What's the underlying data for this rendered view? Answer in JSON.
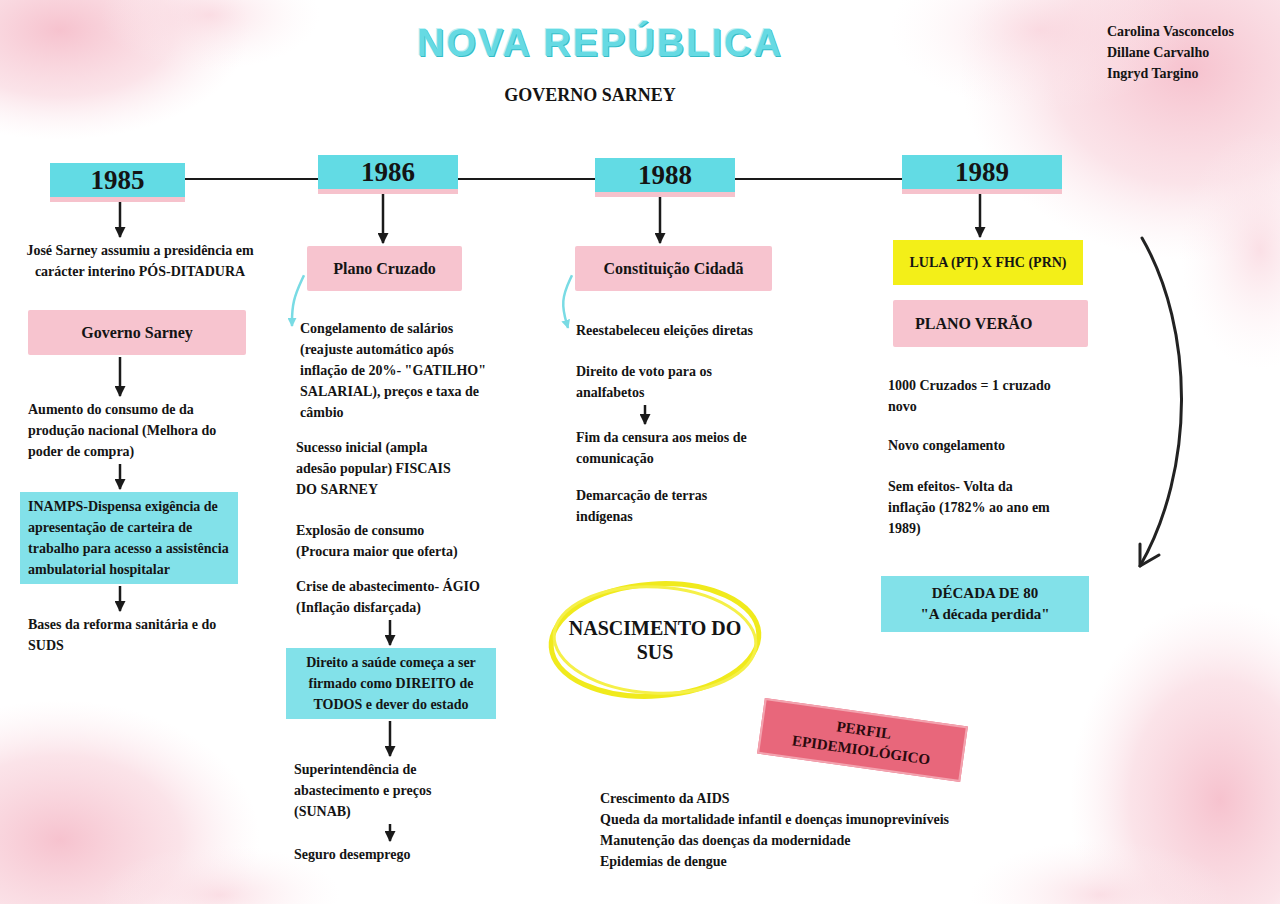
{
  "diagram": {
    "title": "NOVA REPÚBLICA",
    "nodes": [
      {
        "text": [
          "1985"
        ]
      },
      {
        "text": [
          "1986"
        ]
      },
      {
        "text": [
          "1988"
        ]
      },
      {
        "text": [
          "1989"
        ]
      },
      {
        "text": [
          "José Sarney assumiu a presidência em carácter interino PÓS-DITADURA"
        ]
      },
      {
        "text": [
          "Governo Sarney"
        ]
      },
      {
        "text": [
          "Aumento do consumo de da produção nacional (Melhora do poder de compra)"
        ]
      },
      {
        "text": [
          "INAMPS-Dispensa exigência de apresentação de carteira de trabalho para acesso a assistência ambulatorial hospitalar"
        ]
      },
      {
        "text": [
          "Bases da reforma sanitária e do SUDS"
        ]
      },
      {
        "text": [
          "Plano Cruzado"
        ]
      },
      {
        "text": [
          "Congelamento de salários (reajuste automático após inflação de 20%- \"GATILHO\" SALARIAL), preços e taxa de câmbio"
        ]
      },
      {
        "text": [
          "Crise de abastecimento- ÁGIO (Inflação disfarçada)"
        ]
      },
      {
        "text": [
          "Direito a saúde começa a ser firmado como DIREITO de TODOS e dever do estado"
        ]
      },
      {
        "text": [
          "Superintendência de abastecimento e preços (SUNAB)"
        ]
      },
      {
        "text": [
          "Seguro desemprego"
        ]
      },
      {
        "text": [
          "Constituição Cidadã"
        ]
      },
      {
        "text": [
          "Reestabeleceu eleições diretas"
        ]
      },
      {
        "text": [
          "Direito de voto para os analfabetos"
        ]
      },
      {
        "text": [
          "Fim da censura aos meios de comunicação"
        ]
      },
      {
        "text": [
          "NASCIMENTO DO SUS"
        ]
      },
      {
        "text": [
          "PERFIL EPIDEMIOLÓGICO"
        ]
      },
      {
        "text": [
          "LULA (PT) X FHC (PRN)"
        ]
      },
      {
        "text": [
          "PLANO VERÃO"
        ]
      },
      {
        "text": [
          "DÉCADA DE 80",
          "\"A década perdida\""
        ]
      }
    ],
    "edges": [
      {
        "from": 0,
        "to": 1,
        "arrow": "none"
      },
      {
        "from": 1,
        "to": 2,
        "arrow": "none"
      },
      {
        "from": 2,
        "to": 3,
        "arrow": "none"
      },
      {
        "from": 0,
        "to": 4,
        "arrow": "to"
      },
      {
        "from": 5,
        "to": 6,
        "arrow": "to"
      },
      {
        "from": 6,
        "to": 7,
        "arrow": "to"
      },
      {
        "from": 7,
        "to": 8,
        "arrow": "to"
      },
      {
        "from": 1,
        "to": 9,
        "arrow": "to"
      },
      {
        "from": 9,
        "to": 10,
        "arrow": "to"
      },
      {
        "from": 11,
        "to": 12,
        "arrow": "to"
      },
      {
        "from": 12,
        "to": 13,
        "arrow": "to"
      },
      {
        "from": 13,
        "to": 14,
        "arrow": "to"
      },
      {
        "from": 2,
        "to": 15,
        "arrow": "to"
      },
      {
        "from": 15,
        "to": 16,
        "arrow": "to"
      },
      {
        "from": 17,
        "to": 18,
        "arrow": "to"
      },
      {
        "from": 3,
        "to": 21,
        "arrow": "to"
      }
    ],
    "labels": [
      "GOVERNO SARNEY",
      "Carolina Vasconcelos",
      "Dillane Carvalho",
      "Ingryd Targino",
      "Sucesso inicial (ampla adesão popular) FISCAIS DO SARNEY",
      "Explosão de consumo (Procura maior que oferta)",
      "Demarcação de terras indígenas",
      "1000 Cruzados = 1 cruzado novo",
      "Novo congelamento",
      "Sem efeitos- Volta da inflação (1782% ao ano em 1989)",
      "Crescimento da AIDS",
      "Queda da mortalidade infantil e doenças imunopreviníveis",
      "Manutenção das doenças da modernidade",
      "Epidemias de dengue"
    ]
  }
}
